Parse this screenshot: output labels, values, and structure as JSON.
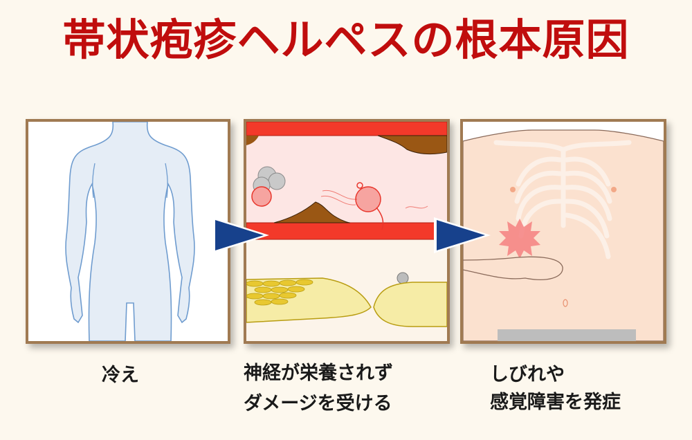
{
  "title": "帯状疱疹ヘルペスの根本原因",
  "colors": {
    "title": "#c00d0d",
    "background": "#fdf8ee",
    "panel_border": "#a07a52",
    "arrow": "#17418c"
  },
  "steps": [
    {
      "illustration": "female-body-outline-icon",
      "caption_lines": [
        "冷え"
      ]
    },
    {
      "illustration": "blood-vessel-nerve-damage-icon",
      "caption_lines": [
        "神経が栄養されず",
        "ダメージを受ける"
      ]
    },
    {
      "illustration": "male-torso-pain-icon",
      "caption_lines": [
        "しびれや",
        "感覚障害を発症"
      ]
    }
  ],
  "arrows": [
    "arrow-right-icon",
    "arrow-right-icon"
  ]
}
